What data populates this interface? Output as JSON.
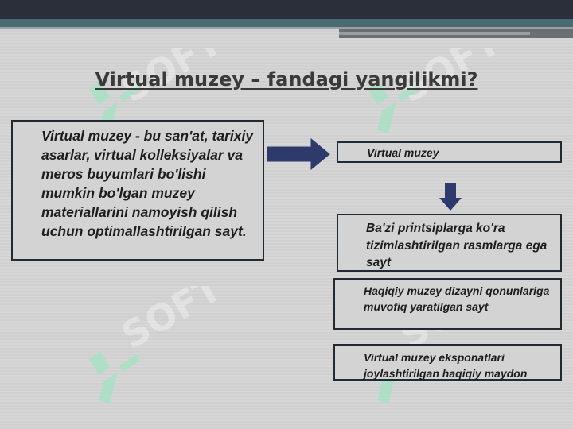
{
  "title": "Virtual muzey – fandagi yangilikmi?",
  "definition": "Virtual muzey - bu san'at, tarixiy asarlar, virtual kolleksiyalar va meros buyumlari bo'lishi mumkin bo'lgan muzey materiallarini namoyish qilish uchun optimallashtirilgan sayt.",
  "target_label": "Virtual muzey",
  "branches": [
    "Ba'zi printsiplarga ko'ra tizimlashtirilgan rasmlarga ega sayt",
    "Haqiqiy muzey dizayni qonunlariga muvofiq yaratilgan sayt",
    "Virtual muzey eksponatlari joylashtirilgan haqiqiy maydon"
  ],
  "watermark": "SOFT",
  "colors": {
    "arrow": "#2e3a6b",
    "border": "#1f2a33",
    "watermark": "#a8e2c4"
  }
}
